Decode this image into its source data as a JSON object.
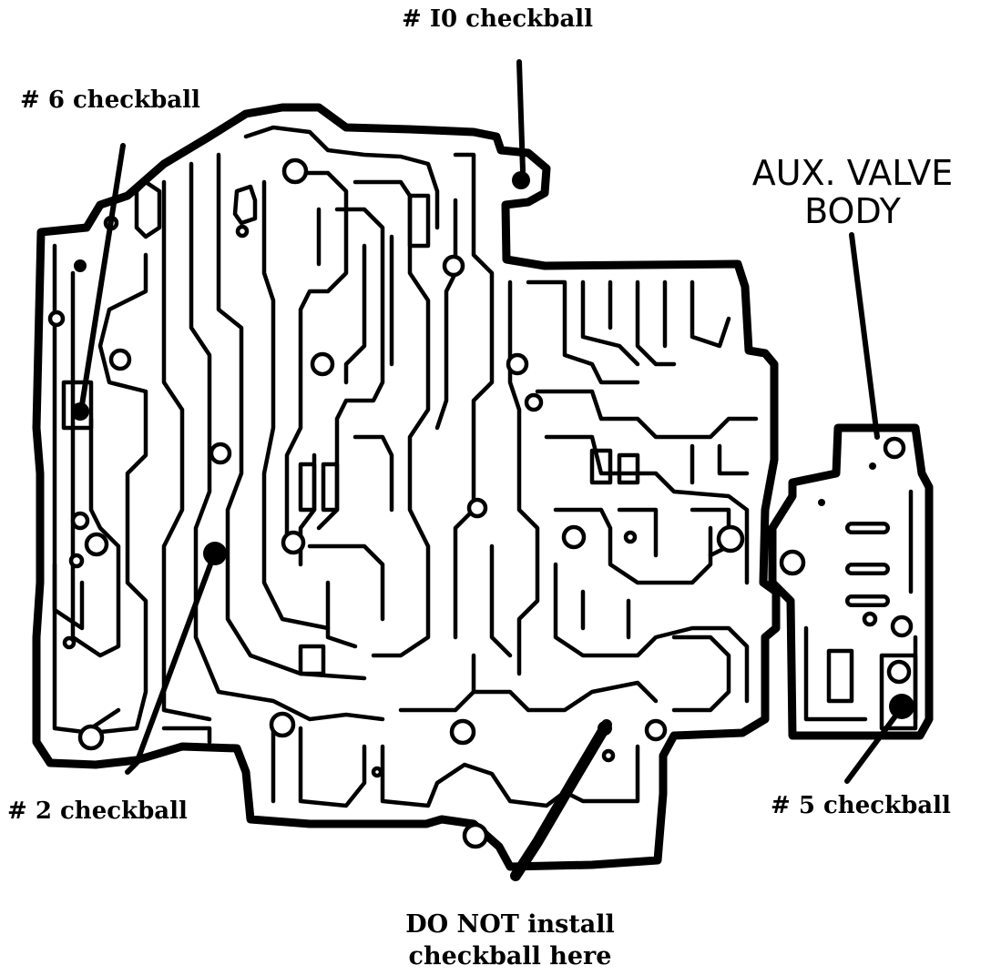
{
  "labels": {
    "checkball_10": "# I0 checkball",
    "checkball_6": "# 6 checkball",
    "aux_valve_body_line1": "AUX. VALVE",
    "aux_valve_body_line2": "BODY",
    "checkball_2": "# 2 checkball",
    "checkball_5": "# 5 checkball",
    "do_not_install_line1": "DO NOT install",
    "do_not_install_line2": "checkball here"
  },
  "colors": {
    "ink": "#000000",
    "paper": "#ffffff"
  }
}
